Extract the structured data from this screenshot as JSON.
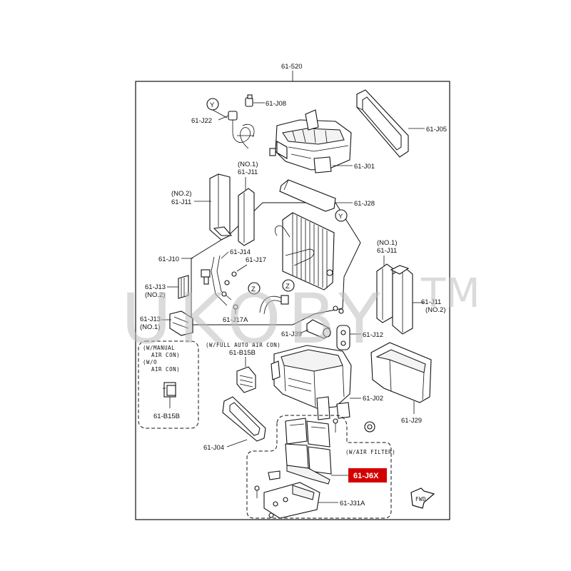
{
  "diagram": {
    "assembly_label": "61-520",
    "labels": {
      "j08": "61-J08",
      "j22": "61-J22",
      "j05": "61-J05",
      "j01": "61-J01",
      "j11_no1_note": "(NO.1)",
      "j11_no1": "61-J11",
      "j11_no2_note": "(NO.2)",
      "j11_no2": "61-J11",
      "j28": "61-J28",
      "j10": "61-J10",
      "j14": "61-J14",
      "j17": "61-J17",
      "j13_a": "61-J13",
      "j13_a_note": "(NO.2)",
      "j13_b": "61-J13",
      "j13_b_note": "(NO.1)",
      "j17a": "61-J17A",
      "j39": "61-J39",
      "j12": "61-J12",
      "r_j11_no1_note": "(NO.1)",
      "r_j11_no1": "61-J11",
      "r_j11_no2": "61-J11",
      "r_j11_no2_note": "(NO.2)",
      "full_auto_note": "(W/FULL AUTO AIR CON)",
      "b15b_main": "61-B15B",
      "j02": "61-J02",
      "j29": "61-J29",
      "j04": "61-J04",
      "j31a": "61-J31A",
      "air_filter_note": "(W/AIR FILTER)",
      "manual_note_1": "(W/MANUAL",
      "manual_note_2": "AIR CON)",
      "manual_note_3": "(W/O",
      "manual_note_4": "AIR CON)",
      "b15b_box": "61-B15B",
      "fwd": "FWD",
      "ref_y": "Y",
      "ref_z": "Z"
    },
    "highlight": {
      "label": "61-J6X",
      "color": "#d40000"
    },
    "watermark": {
      "text": "UKOBY",
      "trademark": "TM"
    }
  }
}
